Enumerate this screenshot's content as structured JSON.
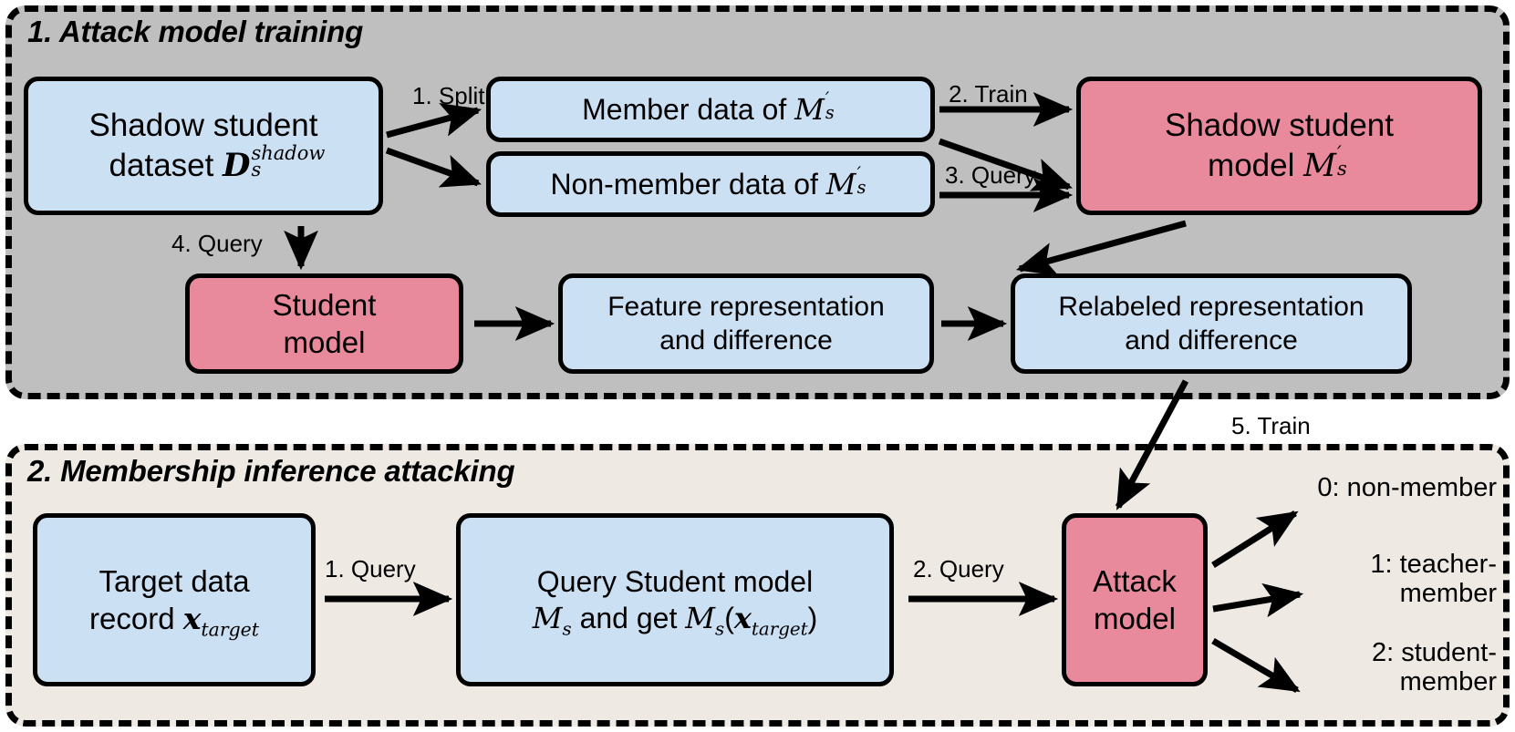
{
  "diagram": {
    "title_note": "Membership inference attack pipeline against student models",
    "colors": {
      "node_blue": "#cce0f4",
      "node_pink": "#e8899c",
      "panel_training_bg": "#bfbfbf",
      "panel_attacking_bg": "#eee9e3",
      "stroke": "#000000",
      "page_bg": "#ffffff"
    }
  },
  "panels": [
    {
      "id": "training",
      "title": "1. Attack model training"
    },
    {
      "id": "attacking",
      "title": "2. Membership inference attacking"
    }
  ],
  "training_panel": {
    "title": "1. Attack model training",
    "nodes": [
      {
        "id": "shadow-dataset",
        "color": "blue",
        "line1": "Shadow student",
        "line2_prefix": "dataset ",
        "math_base": "D",
        "math_sup": "shadow",
        "math_sub": "s",
        "plain": "Shadow student dataset D_s^shadow"
      },
      {
        "id": "member-data",
        "color": "blue",
        "text_prefix": "Member data of ",
        "math_base": "M",
        "math_sup": "′",
        "math_sub": "s",
        "plain": "Member data of M'_s"
      },
      {
        "id": "nonmember-data",
        "color": "blue",
        "text_prefix": "Non-member data of ",
        "math_base": "M",
        "math_sup": "′",
        "math_sub": "s",
        "plain": "Non-member data of M'_s"
      },
      {
        "id": "shadow-student-model",
        "color": "pink",
        "line1": "Shadow student",
        "line2_prefix": "model ",
        "math_base": "M",
        "math_sup": "′",
        "math_sub": "s",
        "plain": "Shadow student model M'_s"
      },
      {
        "id": "student-model",
        "color": "pink",
        "line1": "Student",
        "line2": "model",
        "plain": "Student model"
      },
      {
        "id": "feature-rep",
        "color": "blue",
        "line1": "Feature representation",
        "line2": "and difference",
        "plain": "Feature representation and difference"
      },
      {
        "id": "relabeled-rep",
        "color": "blue",
        "line1": "Relabeled representation",
        "line2": "and difference",
        "plain": "Relabeled representation and difference"
      }
    ],
    "edge_labels": [
      {
        "id": "split",
        "text": "1. Split"
      },
      {
        "id": "train",
        "text": "2. Train"
      },
      {
        "id": "query3",
        "text": "3. Query"
      },
      {
        "id": "query4",
        "text": "4. Query"
      }
    ]
  },
  "bridge": {
    "label": "5. Train"
  },
  "attacking_panel": {
    "title": "2. Membership inference attacking",
    "nodes": [
      {
        "id": "target-record",
        "color": "blue",
        "line1": "Target data",
        "line2_prefix": "record ",
        "math_base": "x",
        "math_sub": "target",
        "plain": "Target data record x_target"
      },
      {
        "id": "query-student",
        "color": "blue",
        "line1": "Query Student model",
        "line2": "M_s and get M_s(x_target)",
        "plain": "Query Student model M_s and get M_s(x_target)"
      },
      {
        "id": "attack-model",
        "color": "pink",
        "line1": "Attack",
        "line2": "model",
        "plain": "Attack model"
      }
    ],
    "edge_labels": [
      {
        "id": "query1",
        "text": "1. Query"
      },
      {
        "id": "query2",
        "text": "2. Query"
      }
    ],
    "outcomes": [
      {
        "id": "outcome-0",
        "text": "0: non-member"
      },
      {
        "id": "outcome-1",
        "text": "1: teacher-\nmember"
      },
      {
        "id": "outcome-2",
        "text": "2: student-\nmember"
      }
    ],
    "outcome_lines": {
      "o0": "0: non-member",
      "o1a": "1: teacher-",
      "o1b": "member",
      "o2a": "2: student-",
      "o2b": "member"
    }
  }
}
